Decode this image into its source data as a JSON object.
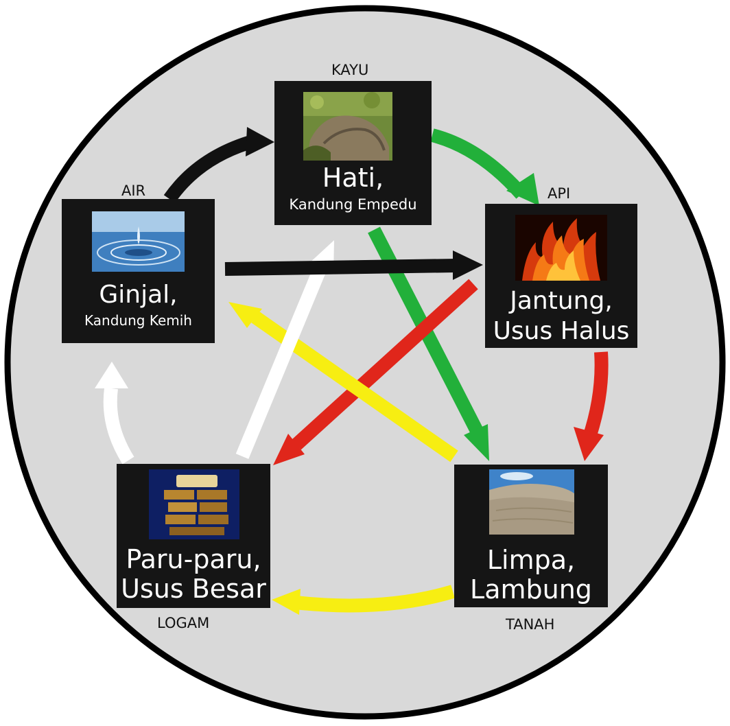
{
  "colors": {
    "background": "#d9d9d9",
    "outline": "#000000",
    "box": "#151515",
    "green": "#22b03a",
    "red": "#e0261b",
    "yellow": "#f7ee12",
    "white": "#ffffff",
    "black": "#111111"
  },
  "elements": {
    "kayu": {
      "name": "KAYU",
      "organ_main": "Hati,",
      "organ_sub": "Kandung Empedu",
      "icon": "wood-rock-photo-icon"
    },
    "api": {
      "name": "API",
      "organ_main": "Jantung,",
      "organ_sub": "Usus Halus",
      "icon": "fire-photo-icon"
    },
    "tanah": {
      "name": "TANAH",
      "organ_main": "Limpa,",
      "organ_sub": "Lambung",
      "icon": "sand-dune-photo-icon"
    },
    "logam": {
      "name": "LOGAM",
      "organ_main": "Paru-paru,",
      "organ_sub": "Usus Besar",
      "icon": "gold-bars-photo-icon"
    },
    "air": {
      "name": "AIR",
      "organ_main": "Ginjal,",
      "organ_sub": "Kandung Kemih",
      "icon": "water-drop-photo-icon"
    }
  },
  "arrows": [
    {
      "from": "air",
      "to": "kayu",
      "color": "black",
      "kind": "generating"
    },
    {
      "from": "kayu",
      "to": "api",
      "color": "green",
      "kind": "generating"
    },
    {
      "from": "api",
      "to": "tanah",
      "color": "red",
      "kind": "generating"
    },
    {
      "from": "tanah",
      "to": "logam",
      "color": "yellow",
      "kind": "generating"
    },
    {
      "from": "logam",
      "to": "air",
      "color": "white",
      "kind": "generating"
    },
    {
      "from": "kayu",
      "to": "tanah",
      "color": "green",
      "kind": "controlling"
    },
    {
      "from": "api",
      "to": "logam",
      "color": "red",
      "kind": "controlling"
    },
    {
      "from": "tanah",
      "to": "air",
      "color": "yellow",
      "kind": "controlling"
    },
    {
      "from": "logam",
      "to": "kayu",
      "color": "white",
      "kind": "controlling"
    },
    {
      "from": "air",
      "to": "api",
      "color": "black",
      "kind": "controlling"
    }
  ]
}
